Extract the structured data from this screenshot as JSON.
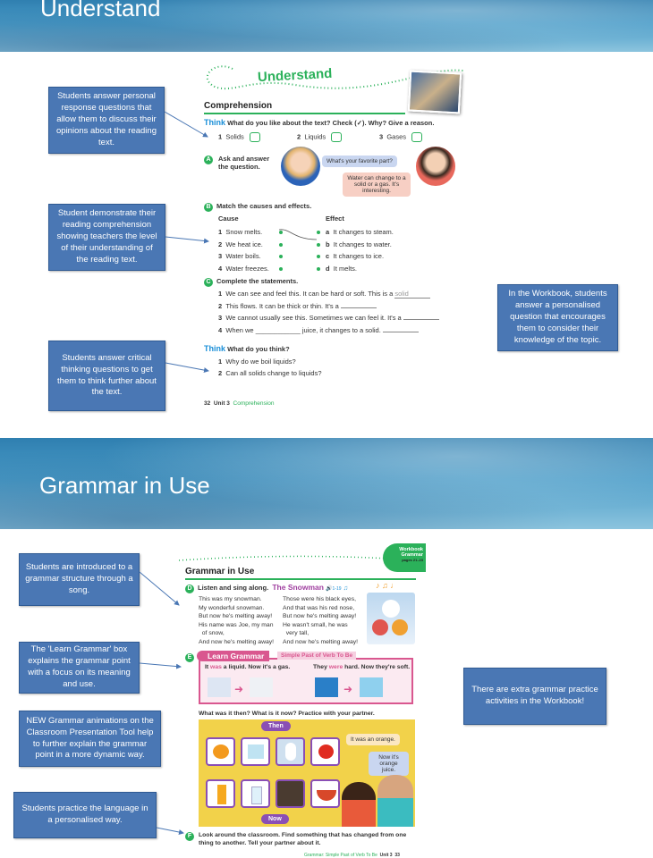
{
  "slide1": {
    "title": "Understand",
    "callouts": [
      "Students answer personal response questions that allow them to discuss their opinions about the reading text.",
      "Student demonstrate their reading comprehension showing teachers the level of their understanding of the reading text.",
      "Students answer critical thinking questions to get them to think further about the text.",
      "In the Workbook, students answer a personalised question that encourages them to consider their knowledge of the topic."
    ],
    "page": {
      "heading": "Understand",
      "section": "Comprehension",
      "think1": {
        "label": "Think",
        "prompt": "What do you like about the text? Check (✓). Why? Give a reason.",
        "options": [
          {
            "n": "1",
            "t": "Solids"
          },
          {
            "n": "2",
            "t": "Liquids"
          },
          {
            "n": "3",
            "t": "Gases"
          }
        ]
      },
      "a": {
        "letter": "A",
        "text": "Ask and answer the question.",
        "bubble1": "What's your favorite part?",
        "bubble2": "Water can change to a solid or a gas. It's interesting."
      },
      "b": {
        "letter": "B",
        "text": "Match the causes and effects.",
        "cause_header": "Cause",
        "effect_header": "Effect",
        "causes": [
          {
            "n": "1",
            "t": "Snow melts."
          },
          {
            "n": "2",
            "t": "We heat ice."
          },
          {
            "n": "3",
            "t": "Water boils."
          },
          {
            "n": "4",
            "t": "Water freezes."
          }
        ],
        "effects": [
          {
            "n": "a",
            "t": "It changes to steam."
          },
          {
            "n": "b",
            "t": "It changes to water."
          },
          {
            "n": "c",
            "t": "It changes to ice."
          },
          {
            "n": "d",
            "t": "It melts."
          }
        ]
      },
      "c": {
        "letter": "C",
        "text": "Complete the statements.",
        "items": [
          {
            "n": "1",
            "t": "We can see and feel this. It can be hard or soft. This is a",
            "answer": "solid"
          },
          {
            "n": "2",
            "t": "This flows. It can be thick or thin. It's a",
            "answer": ""
          },
          {
            "n": "3",
            "t": "We cannot usually see this. Sometimes we can feel it. It's a",
            "answer": ""
          },
          {
            "n": "4",
            "t": "When we ____________ juice, it changes to a solid.",
            "answer": ""
          }
        ]
      },
      "think2": {
        "label": "Think",
        "prompt": "What do you think?",
        "items": [
          {
            "n": "1",
            "t": "Why do we boil liquids?"
          },
          {
            "n": "2",
            "t": "Can all solids change to liquids?"
          }
        ]
      },
      "footer": {
        "page": "32",
        "unit": "Unit 3",
        "section": "Comprehension"
      }
    }
  },
  "slide2": {
    "title": "Grammar in Use",
    "callouts": [
      "Students are introduced to a grammar structure through a song.",
      "The 'Learn Grammar' box explains the grammar point with a focus on its meaning and use.",
      "NEW Grammar animations on the Classroom Presentation Tool help to further explain the grammar point in a more dynamic way.",
      "Students practice the language in a personalised way.",
      "There are extra grammar practice activities in the Workbook!"
    ],
    "page": {
      "tab": {
        "line1": "Workbook",
        "line2": "Grammar",
        "line3": "pages 21–23"
      },
      "section": "Grammar in Use",
      "d": {
        "letter": "D",
        "text": "Listen and sing along.",
        "song": "The Snowman",
        "track": "1-19",
        "col1": [
          "This was my snowman.",
          "My wonderful snowman.",
          "But now he's melting away!",
          "His name was Joe, my man",
          "  of snow,",
          "And now he's melting away!"
        ],
        "col2": [
          "Those were his black eyes,",
          "And that was his red nose,",
          "But now he's melting away!",
          "He wasn't small, he was",
          "  very tall,",
          "And now he's melting away!"
        ]
      },
      "e": {
        "letter": "E",
        "box_title": "Learn Grammar",
        "box_subtitle": "Simple Past of Verb To Be",
        "ex1": {
          "pre": "It",
          "verb": "was",
          "post": "a liquid. Now it's a gas."
        },
        "ex2": {
          "pre": "They",
          "verb": "were",
          "post": "hard. Now they're soft."
        },
        "practice": "What was it then? What is it now? Practice with your partner.",
        "then": "Then",
        "now": "Now",
        "bubble1": "It was an orange.",
        "bubble2": "Now it's orange juice."
      },
      "f": {
        "letter": "F",
        "text": "Look around the classroom. Find something that has changed from one thing to another. Tell your partner about it."
      },
      "footer": {
        "section": "Grammar: Simple Past of Verb To Be",
        "unit": "Unit 3",
        "page": "33"
      }
    }
  },
  "colors": {
    "callout": "#4a77b4",
    "green": "#2bb15a",
    "pink": "#d9578f",
    "purple": "#8a4fb5",
    "yellow": "#f2d24a"
  }
}
